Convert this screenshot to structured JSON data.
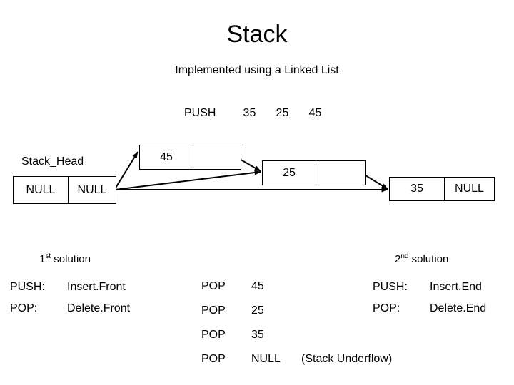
{
  "slide": {
    "title": "Stack",
    "subtitle": "Implemented using a Linked List"
  },
  "push_sequence": {
    "label": "PUSH",
    "values": [
      "35",
      "25",
      "45"
    ]
  },
  "diagram": {
    "head_label": "Stack_Head",
    "nodes": [
      {
        "id": "head",
        "data": "NULL",
        "link": "NULL"
      },
      {
        "id": "n45",
        "data": "45",
        "link": ""
      },
      {
        "id": "n25",
        "data": "25",
        "link": ""
      },
      {
        "id": "n35",
        "data": "35",
        "link": "NULL"
      }
    ],
    "stroke_color": "#000000"
  },
  "solution1": {
    "heading_number": "1",
    "heading_ordinal": "st",
    "heading_word": " solution",
    "rows": [
      {
        "op": "PUSH:",
        "action": "Insert.Front"
      },
      {
        "op": "POP:",
        "action": "Delete.Front"
      }
    ]
  },
  "solution2": {
    "heading_number": "2",
    "heading_ordinal": "nd",
    "heading_word": " solution",
    "rows": [
      {
        "op": "PUSH:",
        "action": "Insert.End"
      },
      {
        "op": "POP:",
        "action": "Delete.End"
      }
    ]
  },
  "pop_trace": {
    "rows": [
      {
        "op": "POP",
        "value": "45",
        "note": ""
      },
      {
        "op": "POP",
        "value": "25",
        "note": ""
      },
      {
        "op": "POP",
        "value": "35",
        "note": ""
      },
      {
        "op": "POP",
        "value": "NULL",
        "note": "(Stack Underflow)"
      }
    ]
  }
}
